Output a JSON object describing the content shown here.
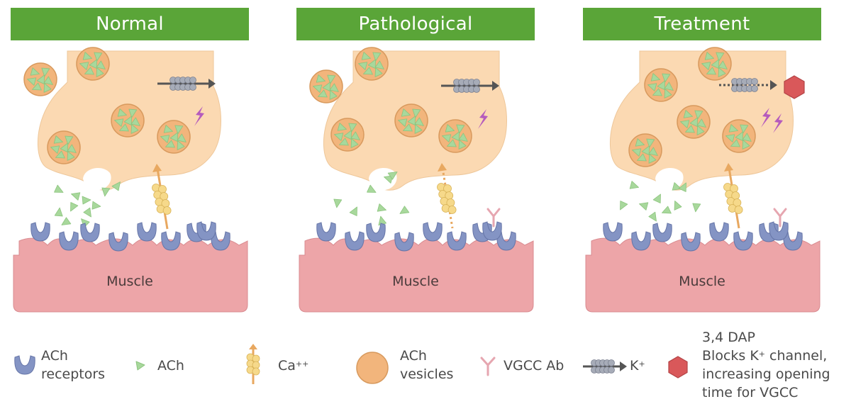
{
  "panels": [
    {
      "title": "Normal",
      "muscle_label": "Muscle"
    },
    {
      "title": "Pathological",
      "muscle_label": "Muscle"
    },
    {
      "title": "Treatment",
      "muscle_label": "Muscle"
    }
  ],
  "legend": {
    "ach_receptors": {
      "line1": "ACh",
      "line2": "receptors"
    },
    "ach": "ACh",
    "calcium": {
      "base": "Ca",
      "sup": "++"
    },
    "ach_vesicles": {
      "line1": "ACh",
      "line2": "vesicles"
    },
    "vgcc_ab": "VGCC Ab",
    "potassium": {
      "base": "K",
      "sup": "+"
    },
    "dap": {
      "line1": "3,4 DAP",
      "line2_pre": "Blocks K",
      "line2_sup": "+",
      "line2_post": " channel,",
      "line3": "increasing opening",
      "line4": "time for VGCC"
    }
  },
  "colors": {
    "header_green": "#5aa538",
    "terminal": "#fbd9b2",
    "vesicle": "#f2b57c",
    "ach_green": "#a8d89c",
    "receptor_blue": "#8494c4",
    "muscle": "#eda5a8",
    "antibody": "#e6a6b0",
    "dap_red": "#d9585a",
    "lightning": "#b55bbd",
    "channel_gray": "#9ea3af"
  }
}
